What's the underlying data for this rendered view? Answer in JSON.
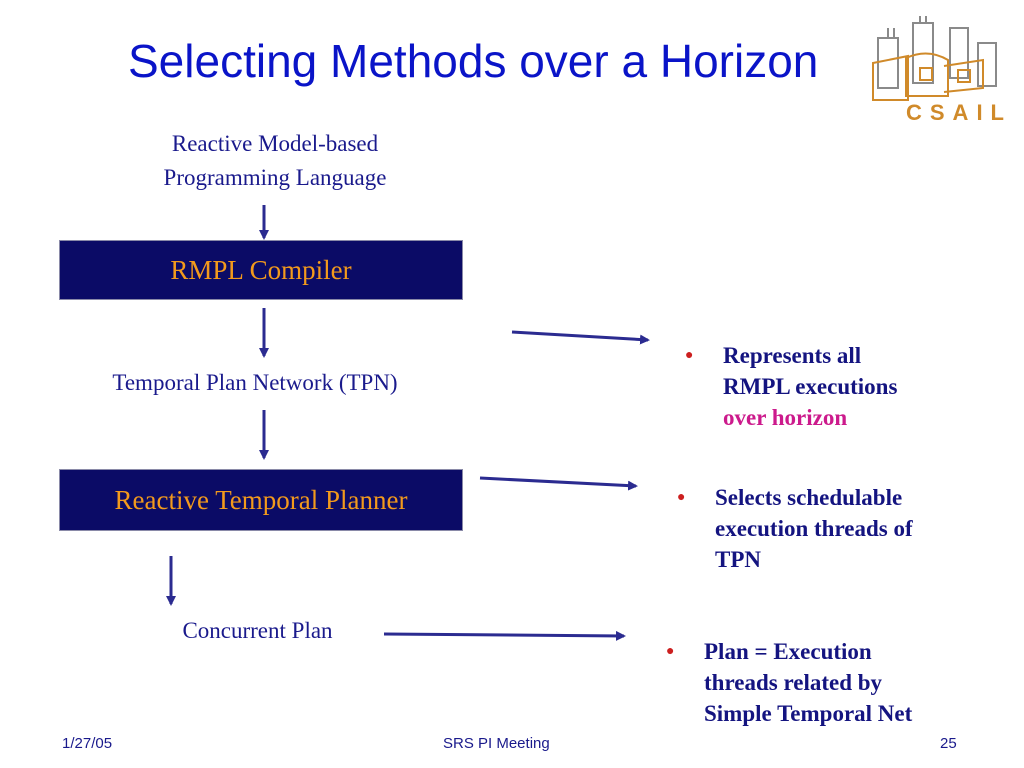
{
  "slide": {
    "title": "Selecting Methods over a Horizon",
    "logo_text": "CSAIL",
    "accent_color": "#0a14c8",
    "box_color": "#0b0b66",
    "box_text_color": "#f39a1c"
  },
  "flow": {
    "input_line1": "Reactive Model-based",
    "input_line2": "Programming Language",
    "compiler": "RMPL Compiler",
    "tpn": "Temporal Plan Network (TPN)",
    "planner": "Reactive Temporal Planner",
    "output": "Concurrent Plan"
  },
  "bullets": {
    "tpn": {
      "line1": "Represents all",
      "line2": "RMPL executions",
      "line3": "over horizon"
    },
    "planner": {
      "line1": "Selects schedulable",
      "line2": "execution threads of",
      "line3": "TPN"
    },
    "plan": {
      "line1": "Plan = Execution",
      "line2": "threads related by",
      "line3": "Simple Temporal Net"
    }
  },
  "footer": {
    "date": "1/27/05",
    "meeting": "SRS PI Meeting",
    "page": "25"
  }
}
